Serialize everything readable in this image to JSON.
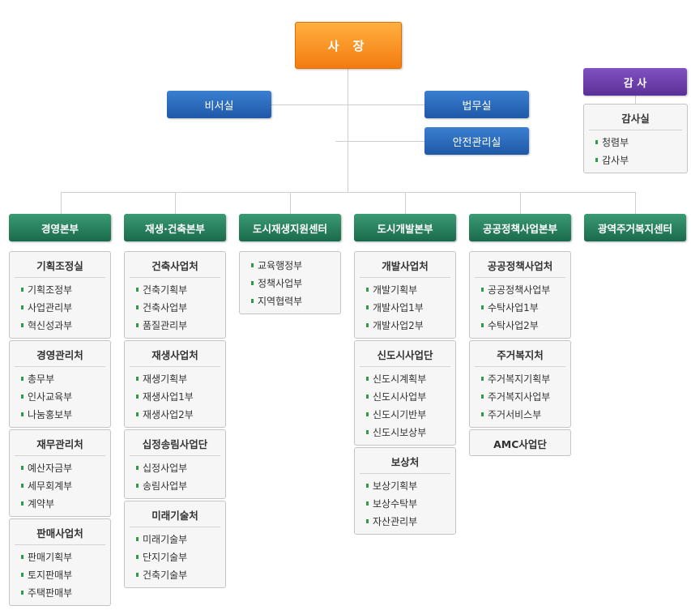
{
  "ceo": "사 장",
  "secretariat": "비서실",
  "legal": "법무실",
  "safety": "안전관리실",
  "audit": {
    "title": "감 사",
    "office": "감사실",
    "items": [
      "청렴부",
      "감사부"
    ]
  },
  "hqs": [
    {
      "name": "경영본부",
      "units": [
        {
          "title": "기획조정실",
          "items": [
            "기획조정부",
            "사업관리부",
            "혁신성과부"
          ]
        },
        {
          "title": "경영관리처",
          "items": [
            "총무부",
            "인사교육부",
            "나눔홍보부"
          ]
        },
        {
          "title": "재무관리처",
          "items": [
            "예산자금부",
            "세무회계부",
            "계약부"
          ]
        },
        {
          "title": "판매사업처",
          "items": [
            "판매기획부",
            "토지판매부",
            "주택판매부"
          ]
        }
      ]
    },
    {
      "name": "재생·건축본부",
      "units": [
        {
          "title": "건축사업처",
          "items": [
            "건축기획부",
            "건축사업부",
            "품질관리부"
          ]
        },
        {
          "title": "재생사업처",
          "items": [
            "재생기획부",
            "재생사업1부",
            "재생사업2부"
          ]
        },
        {
          "title": "십정송림사업단",
          "items": [
            "십정사업부",
            "송림사업부"
          ]
        },
        {
          "title": "미래기술처",
          "items": [
            "미래기술부",
            "단지기술부",
            "건축기술부"
          ]
        }
      ]
    },
    {
      "name": "도시재생지원센터",
      "units": [
        {
          "title": "",
          "items": [
            "교육행정부",
            "정책사업부",
            "지역협력부"
          ]
        }
      ]
    },
    {
      "name": "도시개발본부",
      "units": [
        {
          "title": "개발사업처",
          "items": [
            "개발기획부",
            "개발사업1부",
            "개발사업2부"
          ]
        },
        {
          "title": "신도시사업단",
          "items": [
            "신도시계획부",
            "신도시사업부",
            "신도시기반부",
            "신도시보상부"
          ]
        },
        {
          "title": "보상처",
          "items": [
            "보상기획부",
            "보상수탁부",
            "자산관리부"
          ]
        }
      ]
    },
    {
      "name": "공공정책사업본부",
      "units": [
        {
          "title": "공공정책사업처",
          "items": [
            "공공정책사업부",
            "수탁사업1부",
            "수탁사업2부"
          ]
        },
        {
          "title": "주거복지처",
          "items": [
            "주거복지기획부",
            "주거복지사업부",
            "주거서비스부"
          ]
        },
        {
          "title": "AMC사업단",
          "items": []
        }
      ]
    },
    {
      "name": "광역주거복지센터",
      "units": []
    }
  ]
}
